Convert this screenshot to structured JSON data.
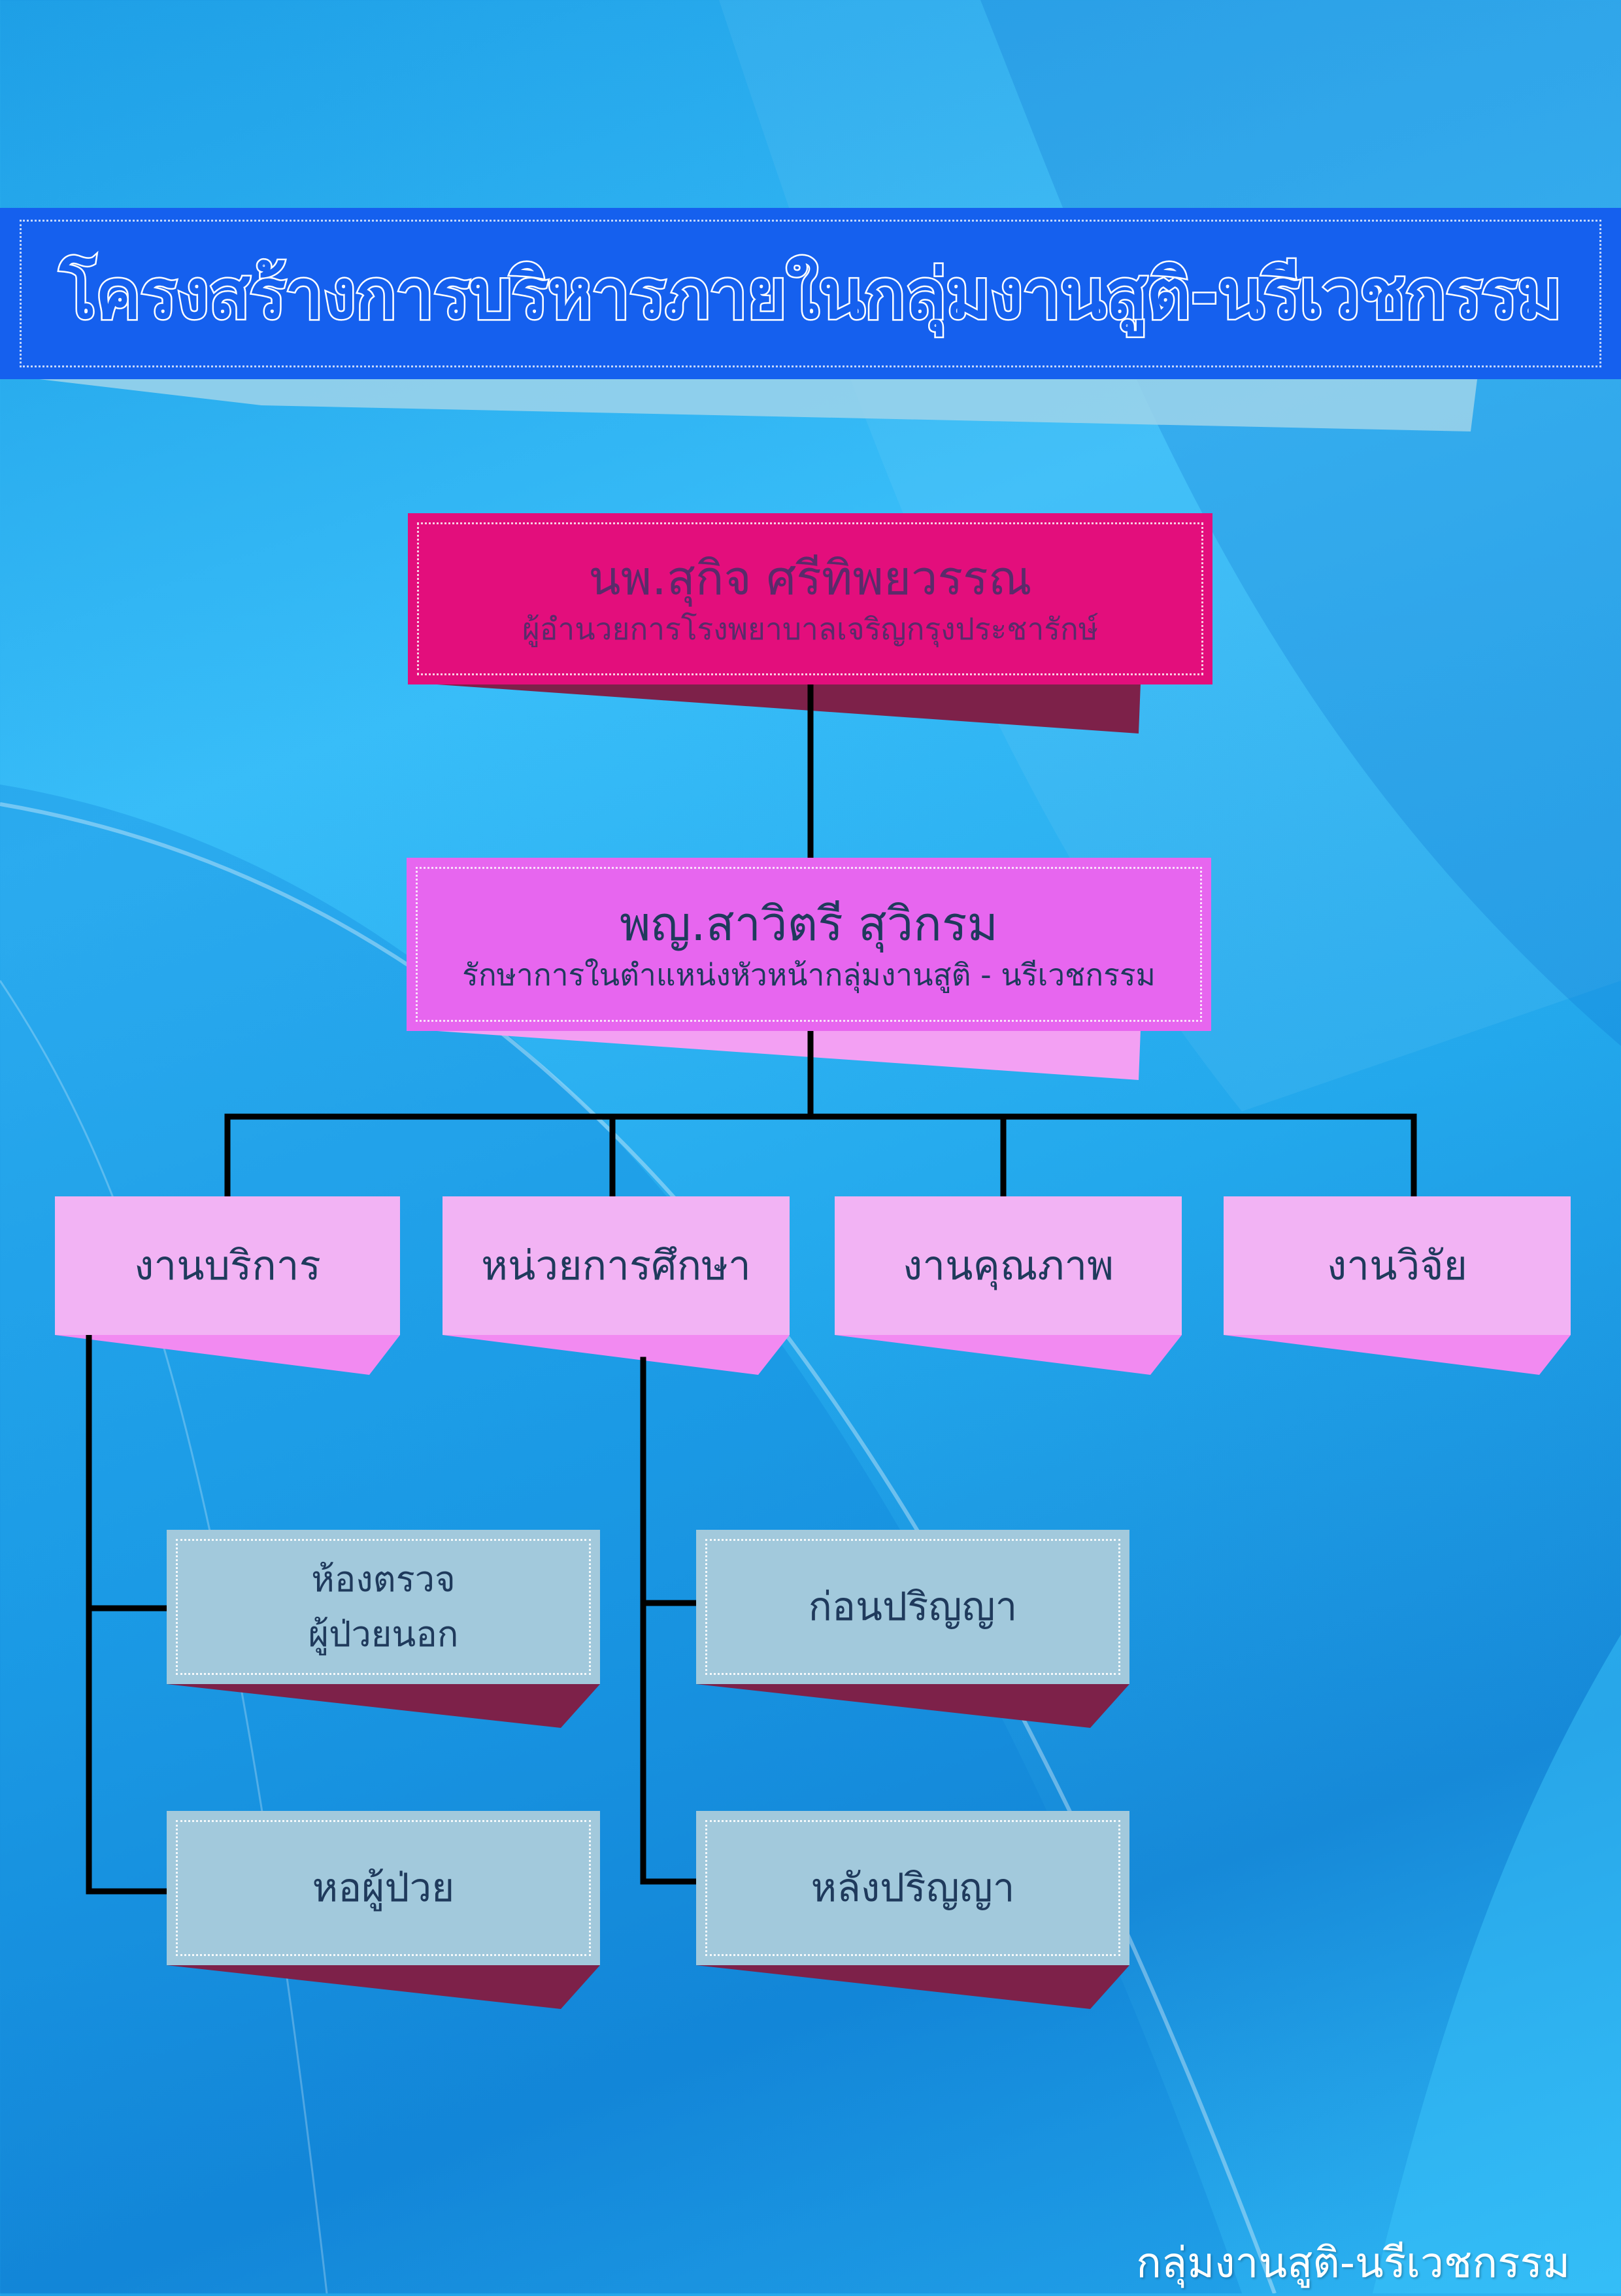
{
  "title": "โครงสร้างการบริหารภายในกลุ่มงานสูติ-นรีเวชกรรม",
  "director": {
    "name": "นพ.สุกิจ  ศรีทิพยวรรณ",
    "role": "ผู้อำนวยการโรงพยาบาลเจริญกรุงประชารักษ์"
  },
  "head": {
    "name": "พญ.สาวิตรี  สุวิกรม",
    "role": "รักษาการในตำแหน่งหัวหน้ากลุ่มงานสูติ - นรีเวชกรรม"
  },
  "departments": [
    {
      "label": "งานบริการ"
    },
    {
      "label": "หน่วยการศึกษา"
    },
    {
      "label": "งานคุณภาพ"
    },
    {
      "label": "งานวิจัย"
    }
  ],
  "units": {
    "service": [
      {
        "line1": "ห้องตรวจ",
        "line2": "ผู้ป่วยนอก"
      },
      {
        "line1": "หอผู้ป่วย"
      }
    ],
    "education": [
      {
        "line1": "ก่อนปริญญา"
      },
      {
        "line1": "หลังปริญญา"
      }
    ]
  },
  "footer": "กลุ่มงานสูติ-นรีเวชกรรม",
  "colors": {
    "title_band": "#1560ee",
    "director_box": "#e30e7c",
    "head_box": "#e766ef",
    "department_box": "#f2b3f4",
    "unit_box": "#a2c9dc",
    "shadow_dark": "#7d2149",
    "connector": "#000000"
  }
}
